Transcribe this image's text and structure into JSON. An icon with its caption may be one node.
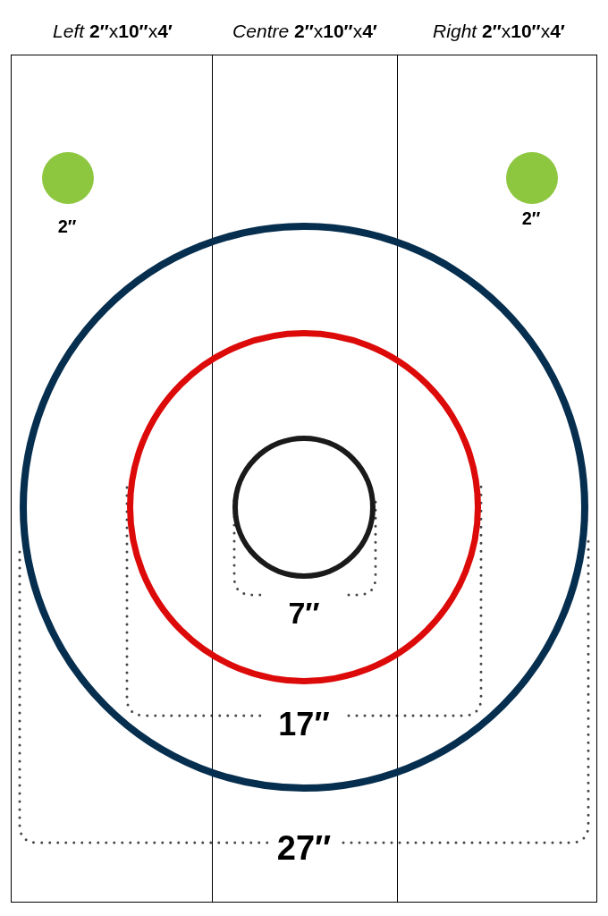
{
  "diagram": {
    "nodes": [
      {
        "text": [
          "*Left* **2″**x**10″**x**4′**"
        ]
      },
      {
        "text": [
          "*Centre* **2″**x**10″**x**4′**"
        ]
      },
      {
        "text": [
          "*Right* **2″**x**10″**x**4′**"
        ]
      },
      {
        "text": [],
        "shape": "circle",
        "in": 0
      },
      {
        "text": [],
        "shape": "circle",
        "in": 2
      },
      {
        "text": [],
        "shape": "circle"
      },
      {
        "text": [],
        "shape": "circle",
        "in": 5
      },
      {
        "text": [],
        "shape": "circle"
      }
    ],
    "labels": [
      "2″",
      "2″",
      "7″",
      "17″",
      "27″"
    ]
  }
}
